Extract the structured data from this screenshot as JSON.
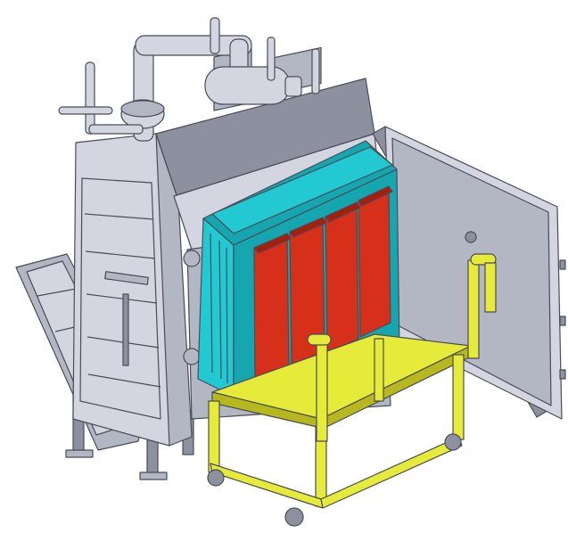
{
  "colors": {
    "background": "#ffffff",
    "metal_light": "#d3d6e0",
    "metal_mid": "#b3b6c3",
    "metal_dark": "#8d909e",
    "outline": "#4a4c57",
    "cyan_box": "#22c9d3",
    "cyan_dark": "#16a6b0",
    "red_panel": "#d6301a",
    "red_dark": "#a81e0d",
    "cart_yellow": "#e6ea38",
    "cart_dark": "#b6b81e"
  },
  "components": [
    {
      "id": "furnace-body",
      "icon": "furnace-housing"
    },
    {
      "id": "top-piping",
      "icon": "pipe-assembly"
    },
    {
      "id": "open-door",
      "icon": "hinged-door"
    },
    {
      "id": "side-chute",
      "icon": "inclined-chute"
    },
    {
      "id": "cyan-module",
      "icon": "heating-module"
    },
    {
      "id": "red-panels",
      "icon": "heating-elements",
      "count": 4
    },
    {
      "id": "yellow-cart",
      "icon": "transport-cart"
    }
  ]
}
